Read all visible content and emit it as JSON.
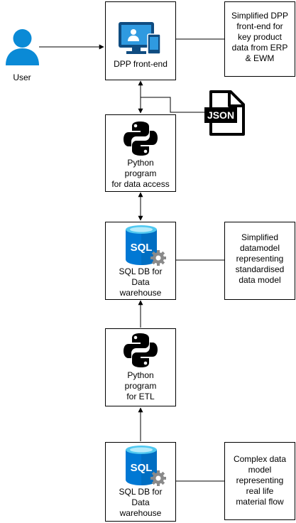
{
  "actor": {
    "label": "User",
    "icon": "user-icon",
    "color": "#0a8ad6"
  },
  "nodes": {
    "frontend": {
      "label": "DPP front-end",
      "icon": "monitor-devices-icon",
      "color": "#0f4c81"
    },
    "json": {
      "label": "JSON",
      "icon": "json-file-icon"
    },
    "python_access": {
      "label": "Python\nprogram\nfor data access",
      "icon": "python-icon"
    },
    "sql_dw_top": {
      "label": "SQL DB for\nData\nwarehouse",
      "icon": "sql-database-icon",
      "badge": "SQL"
    },
    "python_etl": {
      "label": "Python\nprogram\nfor ETL",
      "icon": "python-icon"
    },
    "sql_dw_bottom": {
      "label": "SQL DB for\nData\nwarehouse",
      "icon": "sql-database-icon",
      "badge": "SQL"
    }
  },
  "notes": {
    "frontend_note": "Simplified DPP\nfront-end for\nkey product\ndata from ERP\n& EWM",
    "datamodel_note": "Simplified\ndatamodel\nrepresenting\nstandardised\ndata model",
    "complex_note": "Complex data\nmodel\nrepresenting\nreal life\nmaterial flow"
  },
  "colors": {
    "sql_blue": "#0078d4",
    "sql_dark": "#004f8b",
    "gear": "#7a7a7a",
    "python": "#000000"
  }
}
